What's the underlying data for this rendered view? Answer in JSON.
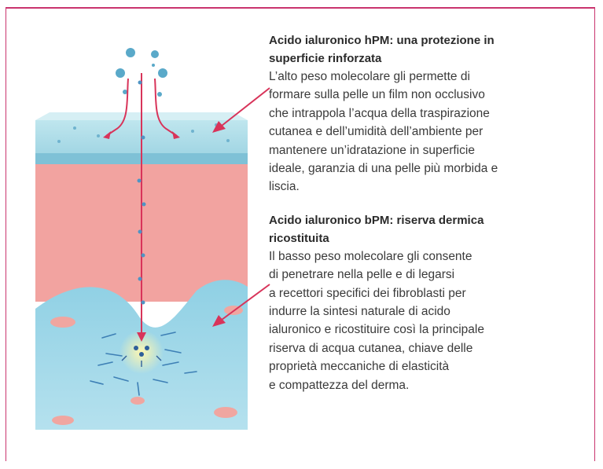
{
  "sections": [
    {
      "title_lines": [
        "Acido ialuronico hPM: una protezione in",
        "superficie rinforzata"
      ],
      "body_lines": [
        "L’alto peso molecolare gli permette di",
        "formare sulla pelle un film non occlusivo",
        "che intrappola l’acqua della traspirazione",
        "cutanea e dell’umidità dell’ambiente per",
        "mantenere un’idratazione in superficie",
        "ideale, garanzia di una pelle più morbida e",
        "liscia."
      ]
    },
    {
      "title_lines": [
        "Acido ialuronico bPM: riserva dermica",
        "ricostituita"
      ],
      "body_lines": [
        "Il basso peso molecolare gli consente",
        "di penetrare nella pelle e di legarsi",
        "a recettori specifici dei fibroblasti per",
        "indurre la sintesi naturale di acido",
        "ialuronico e ricostituire così la principale",
        "riserva di acqua cutanea, chiave delle",
        "proprietà meccaniche di elasticità",
        "e compattezza del derma."
      ]
    }
  ],
  "colors": {
    "frame": "#c9346e",
    "arrow": "#d8345a",
    "epidermis": "#a8dbe6",
    "dermis": "#f2a3a0",
    "deep_dermis": "#9ed6e6",
    "molecule": "#5aa9c9"
  }
}
